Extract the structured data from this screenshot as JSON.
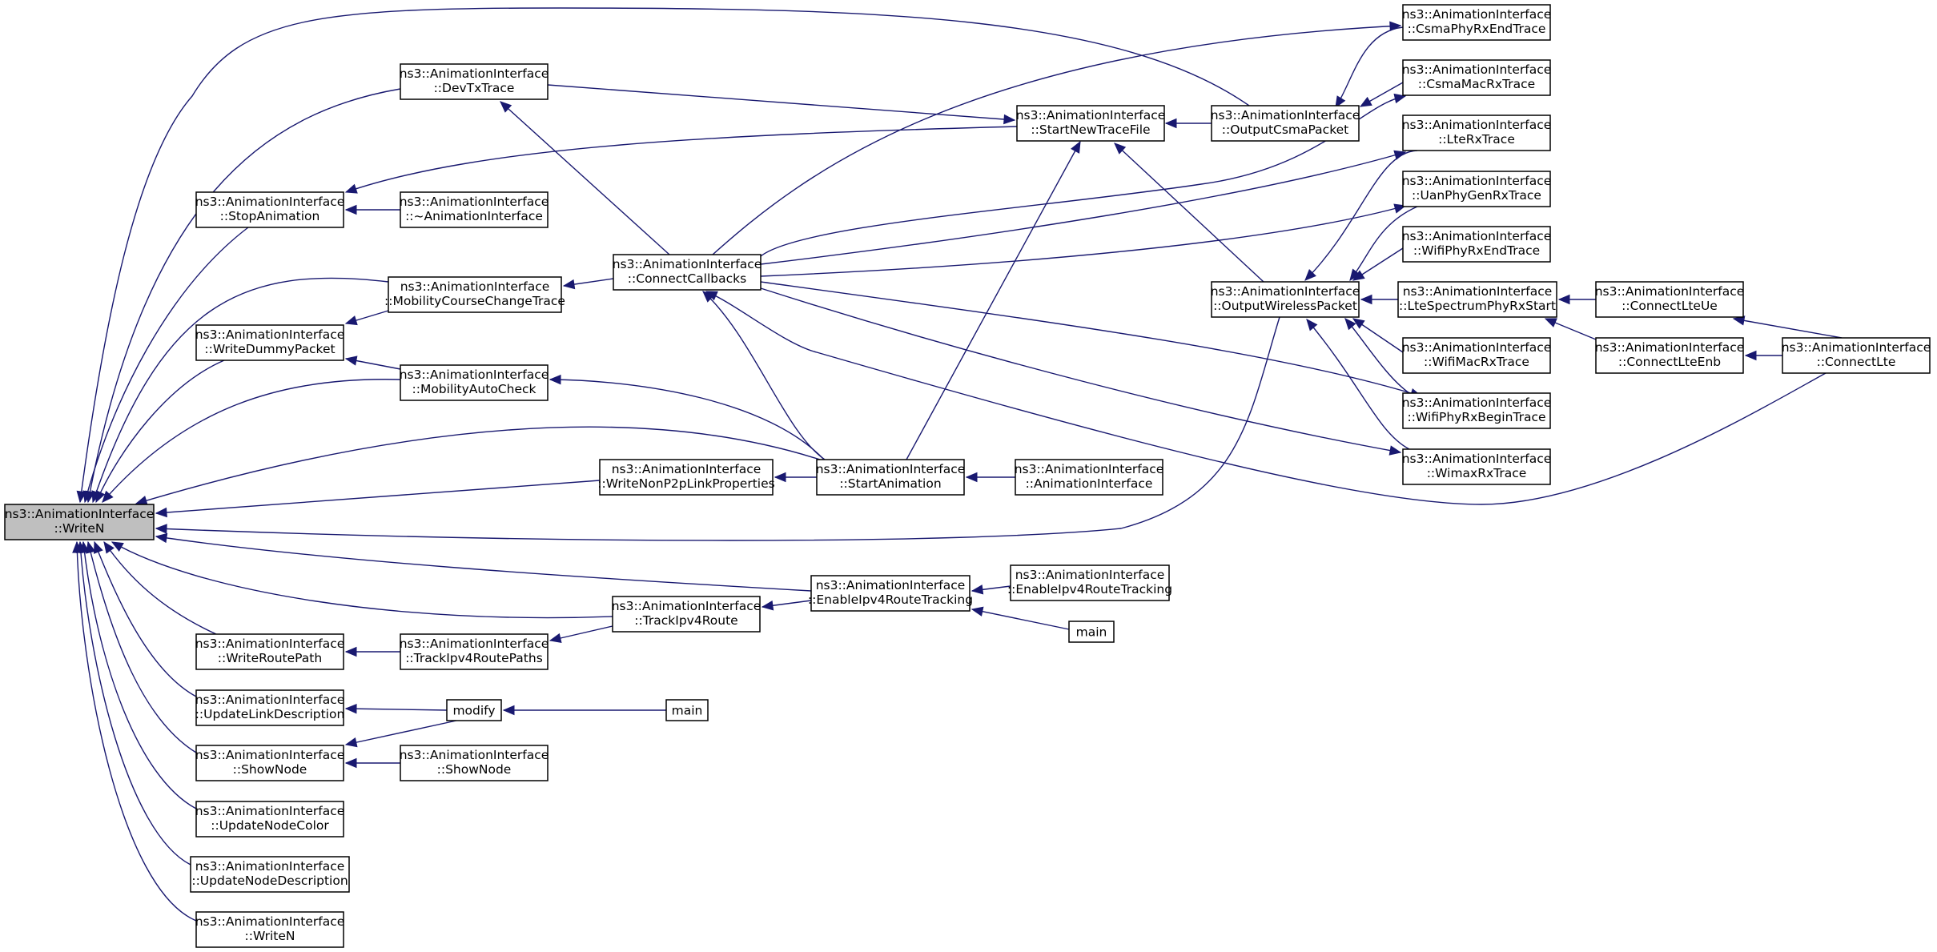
{
  "graph": {
    "root": "writen_root",
    "nodes": [
      {
        "id": "writen_root",
        "lines": [
          "ns3::AnimationInterface",
          "::WriteN"
        ],
        "root": true
      },
      {
        "id": "devtx",
        "lines": [
          "ns3::AnimationInterface",
          "::DevTxTrace"
        ]
      },
      {
        "id": "stopanim",
        "lines": [
          "ns3::AnimationInterface",
          "::StopAnimation"
        ]
      },
      {
        "id": "dtor",
        "lines": [
          "ns3::AnimationInterface",
          "::~AnimationInterface"
        ]
      },
      {
        "id": "mobcourse",
        "lines": [
          "ns3::AnimationInterface",
          "::MobilityCourseChangeTrace"
        ]
      },
      {
        "id": "writedummy",
        "lines": [
          "ns3::AnimationInterface",
          "::WriteDummyPacket"
        ]
      },
      {
        "id": "mobauto",
        "lines": [
          "ns3::AnimationInterface",
          "::MobilityAutoCheck"
        ]
      },
      {
        "id": "connectcb",
        "lines": [
          "ns3::AnimationInterface",
          "::ConnectCallbacks"
        ]
      },
      {
        "id": "starttrace",
        "lines": [
          "ns3::AnimationInterface",
          "::StartNewTraceFile"
        ]
      },
      {
        "id": "outcsma",
        "lines": [
          "ns3::AnimationInterface",
          "::OutputCsmaPacket"
        ]
      },
      {
        "id": "csmaphyrxend",
        "lines": [
          "ns3::AnimationInterface",
          "::CsmaPhyRxEndTrace"
        ]
      },
      {
        "id": "csmamacrx",
        "lines": [
          "ns3::AnimationInterface",
          "::CsmaMacRxTrace"
        ]
      },
      {
        "id": "lterx",
        "lines": [
          "ns3::AnimationInterface",
          "::LteRxTrace"
        ]
      },
      {
        "id": "uanphygenrx",
        "lines": [
          "ns3::AnimationInterface",
          "::UanPhyGenRxTrace"
        ]
      },
      {
        "id": "wifiphyrxend",
        "lines": [
          "ns3::AnimationInterface",
          "::WifiPhyRxEndTrace"
        ]
      },
      {
        "id": "outwireless",
        "lines": [
          "ns3::AnimationInterface",
          "::OutputWirelessPacket"
        ]
      },
      {
        "id": "ltespectrum",
        "lines": [
          "ns3::AnimationInterface",
          "::LteSpectrumPhyRxStart"
        ]
      },
      {
        "id": "connectlteue",
        "lines": [
          "ns3::AnimationInterface",
          "::ConnectLteUe"
        ]
      },
      {
        "id": "connectlteenb",
        "lines": [
          "ns3::AnimationInterface",
          "::ConnectLteEnb"
        ]
      },
      {
        "id": "connectlte",
        "lines": [
          "ns3::AnimationInterface",
          "::ConnectLte"
        ]
      },
      {
        "id": "wifimacrx",
        "lines": [
          "ns3::AnimationInterface",
          "::WifiMacRxTrace"
        ]
      },
      {
        "id": "wifiphyrxbegin",
        "lines": [
          "ns3::AnimationInterface",
          "::WifiPhyRxBeginTrace"
        ]
      },
      {
        "id": "wimaxrx",
        "lines": [
          "ns3::AnimationInterface",
          "::WimaxRxTrace"
        ]
      },
      {
        "id": "writenonp2p",
        "lines": [
          "ns3::AnimationInterface",
          "::WriteNonP2pLinkProperties"
        ]
      },
      {
        "id": "startanim",
        "lines": [
          "ns3::AnimationInterface",
          "::StartAnimation"
        ]
      },
      {
        "id": "ctor",
        "lines": [
          "ns3::AnimationInterface",
          "::AnimationInterface"
        ]
      },
      {
        "id": "enableipv4",
        "lines": [
          "ns3::AnimationInterface",
          "::EnableIpv4RouteTracking"
        ]
      },
      {
        "id": "enableipv4b",
        "lines": [
          "ns3::AnimationInterface",
          "::EnableIpv4RouteTracking"
        ]
      },
      {
        "id": "main1",
        "lines": [
          "main"
        ]
      },
      {
        "id": "trackipv4",
        "lines": [
          "ns3::AnimationInterface",
          "::TrackIpv4Route"
        ]
      },
      {
        "id": "writeroute",
        "lines": [
          "ns3::AnimationInterface",
          "::WriteRoutePath"
        ]
      },
      {
        "id": "trackipv4paths",
        "lines": [
          "ns3::AnimationInterface",
          "::TrackIpv4RoutePaths"
        ]
      },
      {
        "id": "updatelinkdesc",
        "lines": [
          "ns3::AnimationInterface",
          "::UpdateLinkDescription"
        ]
      },
      {
        "id": "modify",
        "lines": [
          "modify"
        ]
      },
      {
        "id": "main2",
        "lines": [
          "main"
        ]
      },
      {
        "id": "shownode",
        "lines": [
          "ns3::AnimationInterface",
          "::ShowNode"
        ]
      },
      {
        "id": "shownode2",
        "lines": [
          "ns3::AnimationInterface",
          "::ShowNode"
        ]
      },
      {
        "id": "updatenodecolor",
        "lines": [
          "ns3::AnimationInterface",
          "::UpdateNodeColor"
        ]
      },
      {
        "id": "updatenodedesc",
        "lines": [
          "ns3::AnimationInterface",
          "::UpdateNodeDescription"
        ]
      },
      {
        "id": "writen2",
        "lines": [
          "ns3::AnimationInterface",
          "::WriteN"
        ]
      }
    ],
    "edges": [
      {
        "from": "devtx",
        "to": "writen_root"
      },
      {
        "from": "stopanim",
        "to": "writen_root"
      },
      {
        "from": "outcsma",
        "to": "writen_root"
      },
      {
        "from": "mobcourse",
        "to": "writen_root"
      },
      {
        "from": "writedummy",
        "to": "writen_root"
      },
      {
        "from": "mobauto",
        "to": "writen_root"
      },
      {
        "from": "startanim",
        "to": "writen_root"
      },
      {
        "from": "writenonp2p",
        "to": "writen_root"
      },
      {
        "from": "outwireless",
        "to": "writen_root"
      },
      {
        "from": "enableipv4",
        "to": "writen_root"
      },
      {
        "from": "trackipv4",
        "to": "writen_root"
      },
      {
        "from": "writeroute",
        "to": "writen_root"
      },
      {
        "from": "updatelinkdesc",
        "to": "writen_root"
      },
      {
        "from": "shownode",
        "to": "writen_root"
      },
      {
        "from": "updatenodecolor",
        "to": "writen_root"
      },
      {
        "from": "updatenodedesc",
        "to": "writen_root"
      },
      {
        "from": "writen2",
        "to": "writen_root"
      },
      {
        "from": "devtx",
        "to": "starttrace"
      },
      {
        "from": "connectcb",
        "to": "devtx"
      },
      {
        "from": "dtor",
        "to": "stopanim"
      },
      {
        "from": "starttrace",
        "to": "stopanim"
      },
      {
        "from": "connectcb",
        "to": "mobcourse"
      },
      {
        "from": "mobcourse",
        "to": "writedummy"
      },
      {
        "from": "mobauto",
        "to": "writedummy"
      },
      {
        "from": "startanim",
        "to": "mobauto"
      },
      {
        "from": "startanim",
        "to": "connectcb"
      },
      {
        "from": "connectlte",
        "to": "connectcb"
      },
      {
        "from": "startanim",
        "to": "starttrace"
      },
      {
        "from": "outcsma",
        "to": "starttrace"
      },
      {
        "from": "outwireless",
        "to": "starttrace"
      },
      {
        "from": "csmaphyrxend",
        "to": "outcsma"
      },
      {
        "from": "csmamacrx",
        "to": "outcsma"
      },
      {
        "from": "connectcb",
        "to": "csmaphyrxend"
      },
      {
        "from": "connectcb",
        "to": "csmamacrx"
      },
      {
        "from": "connectcb",
        "to": "lterx"
      },
      {
        "from": "connectcb",
        "to": "uanphygenrx"
      },
      {
        "from": "connectcb",
        "to": "wifiphyrxbegin"
      },
      {
        "from": "connectcb",
        "to": "wimaxrx"
      },
      {
        "from": "lterx",
        "to": "outwireless"
      },
      {
        "from": "uanphygenrx",
        "to": "outwireless"
      },
      {
        "from": "wifiphyrxend",
        "to": "outwireless"
      },
      {
        "from": "ltespectrum",
        "to": "outwireless"
      },
      {
        "from": "wifimacrx",
        "to": "outwireless"
      },
      {
        "from": "wifiphyrxbegin",
        "to": "outwireless"
      },
      {
        "from": "wimaxrx",
        "to": "outwireless"
      },
      {
        "from": "connectlteue",
        "to": "ltespectrum"
      },
      {
        "from": "connectlteenb",
        "to": "ltespectrum"
      },
      {
        "from": "connectlte",
        "to": "connectlteue"
      },
      {
        "from": "connectlte",
        "to": "connectlteenb"
      },
      {
        "from": "startanim",
        "to": "writenonp2p"
      },
      {
        "from": "ctor",
        "to": "startanim"
      },
      {
        "from": "enableipv4b",
        "to": "enableipv4"
      },
      {
        "from": "main1",
        "to": "enableipv4"
      },
      {
        "from": "enableipv4",
        "to": "trackipv4"
      },
      {
        "from": "trackipv4",
        "to": "trackipv4paths"
      },
      {
        "from": "trackipv4paths",
        "to": "writeroute"
      },
      {
        "from": "modify",
        "to": "updatelinkdesc"
      },
      {
        "from": "modify",
        "to": "shownode"
      },
      {
        "from": "main2",
        "to": "modify"
      },
      {
        "from": "shownode2",
        "to": "shownode"
      }
    ]
  }
}
